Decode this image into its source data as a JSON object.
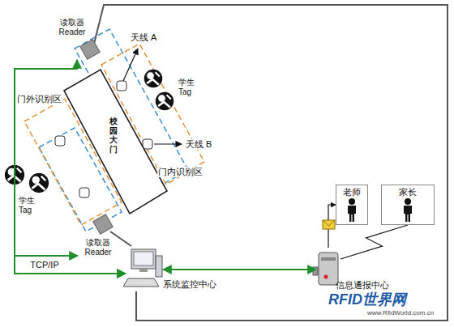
{
  "diagram": {
    "nodes": [
      {
        "text": [
          "读取器 Reader"
        ]
      },
      {
        "text": [
          "读取器 Reader"
        ]
      },
      {
        "text": [
          "校园大门"
        ]
      },
      {
        "text": [
          "系统监控中心"
        ]
      },
      {
        "text": [
          "信息通报中心"
        ]
      },
      {
        "text": [
          "老师"
        ]
      },
      {
        "text": [
          "家长"
        ]
      }
    ],
    "edges": [
      {
        "from": 3,
        "to": 0,
        "arrow": "both"
      },
      {
        "from": 3,
        "to": 1,
        "arrow": "both",
        "label": "TCP/IP"
      },
      {
        "from": 3,
        "to": 4,
        "arrow": "both"
      },
      {
        "from": 4,
        "to": 5,
        "arrow": "to"
      },
      {
        "from": 4,
        "to": 6,
        "arrow": "none"
      }
    ],
    "labels": [
      "天线 A",
      "天线 B",
      "门外识别区",
      "门内识别区",
      "学生 Tag",
      "学生 Tag",
      "RFID世界网",
      "www.RfidWorld.com.cn"
    ]
  }
}
